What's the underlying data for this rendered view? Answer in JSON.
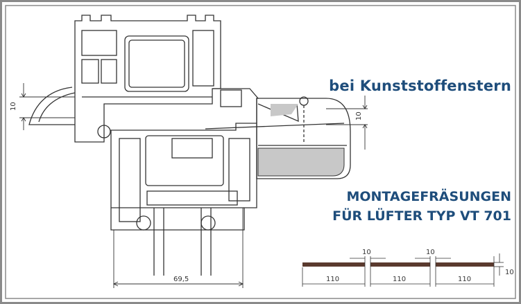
{
  "heading_main": "bei Kunststoffenstern",
  "heading_secondary_line1": "MONTAGEFRÄSUNGEN",
  "heading_secondary_line2": "FÜR LÜFTER TYP VT 701",
  "dimensions": {
    "left_height": "10",
    "right_height": "10",
    "bottom_width": "69,5",
    "slot_gap_1": "10",
    "slot_gap_2": "10",
    "slot_thickness": "10",
    "slot_length_1": "110",
    "slot_length_2": "110",
    "slot_length_3": "110"
  },
  "colors": {
    "border": "#8a8a8a",
    "heading": "#1e4d7b",
    "slot": "#5a3a2e",
    "fill_gray": "#c8c8c8",
    "line": "#333333"
  }
}
